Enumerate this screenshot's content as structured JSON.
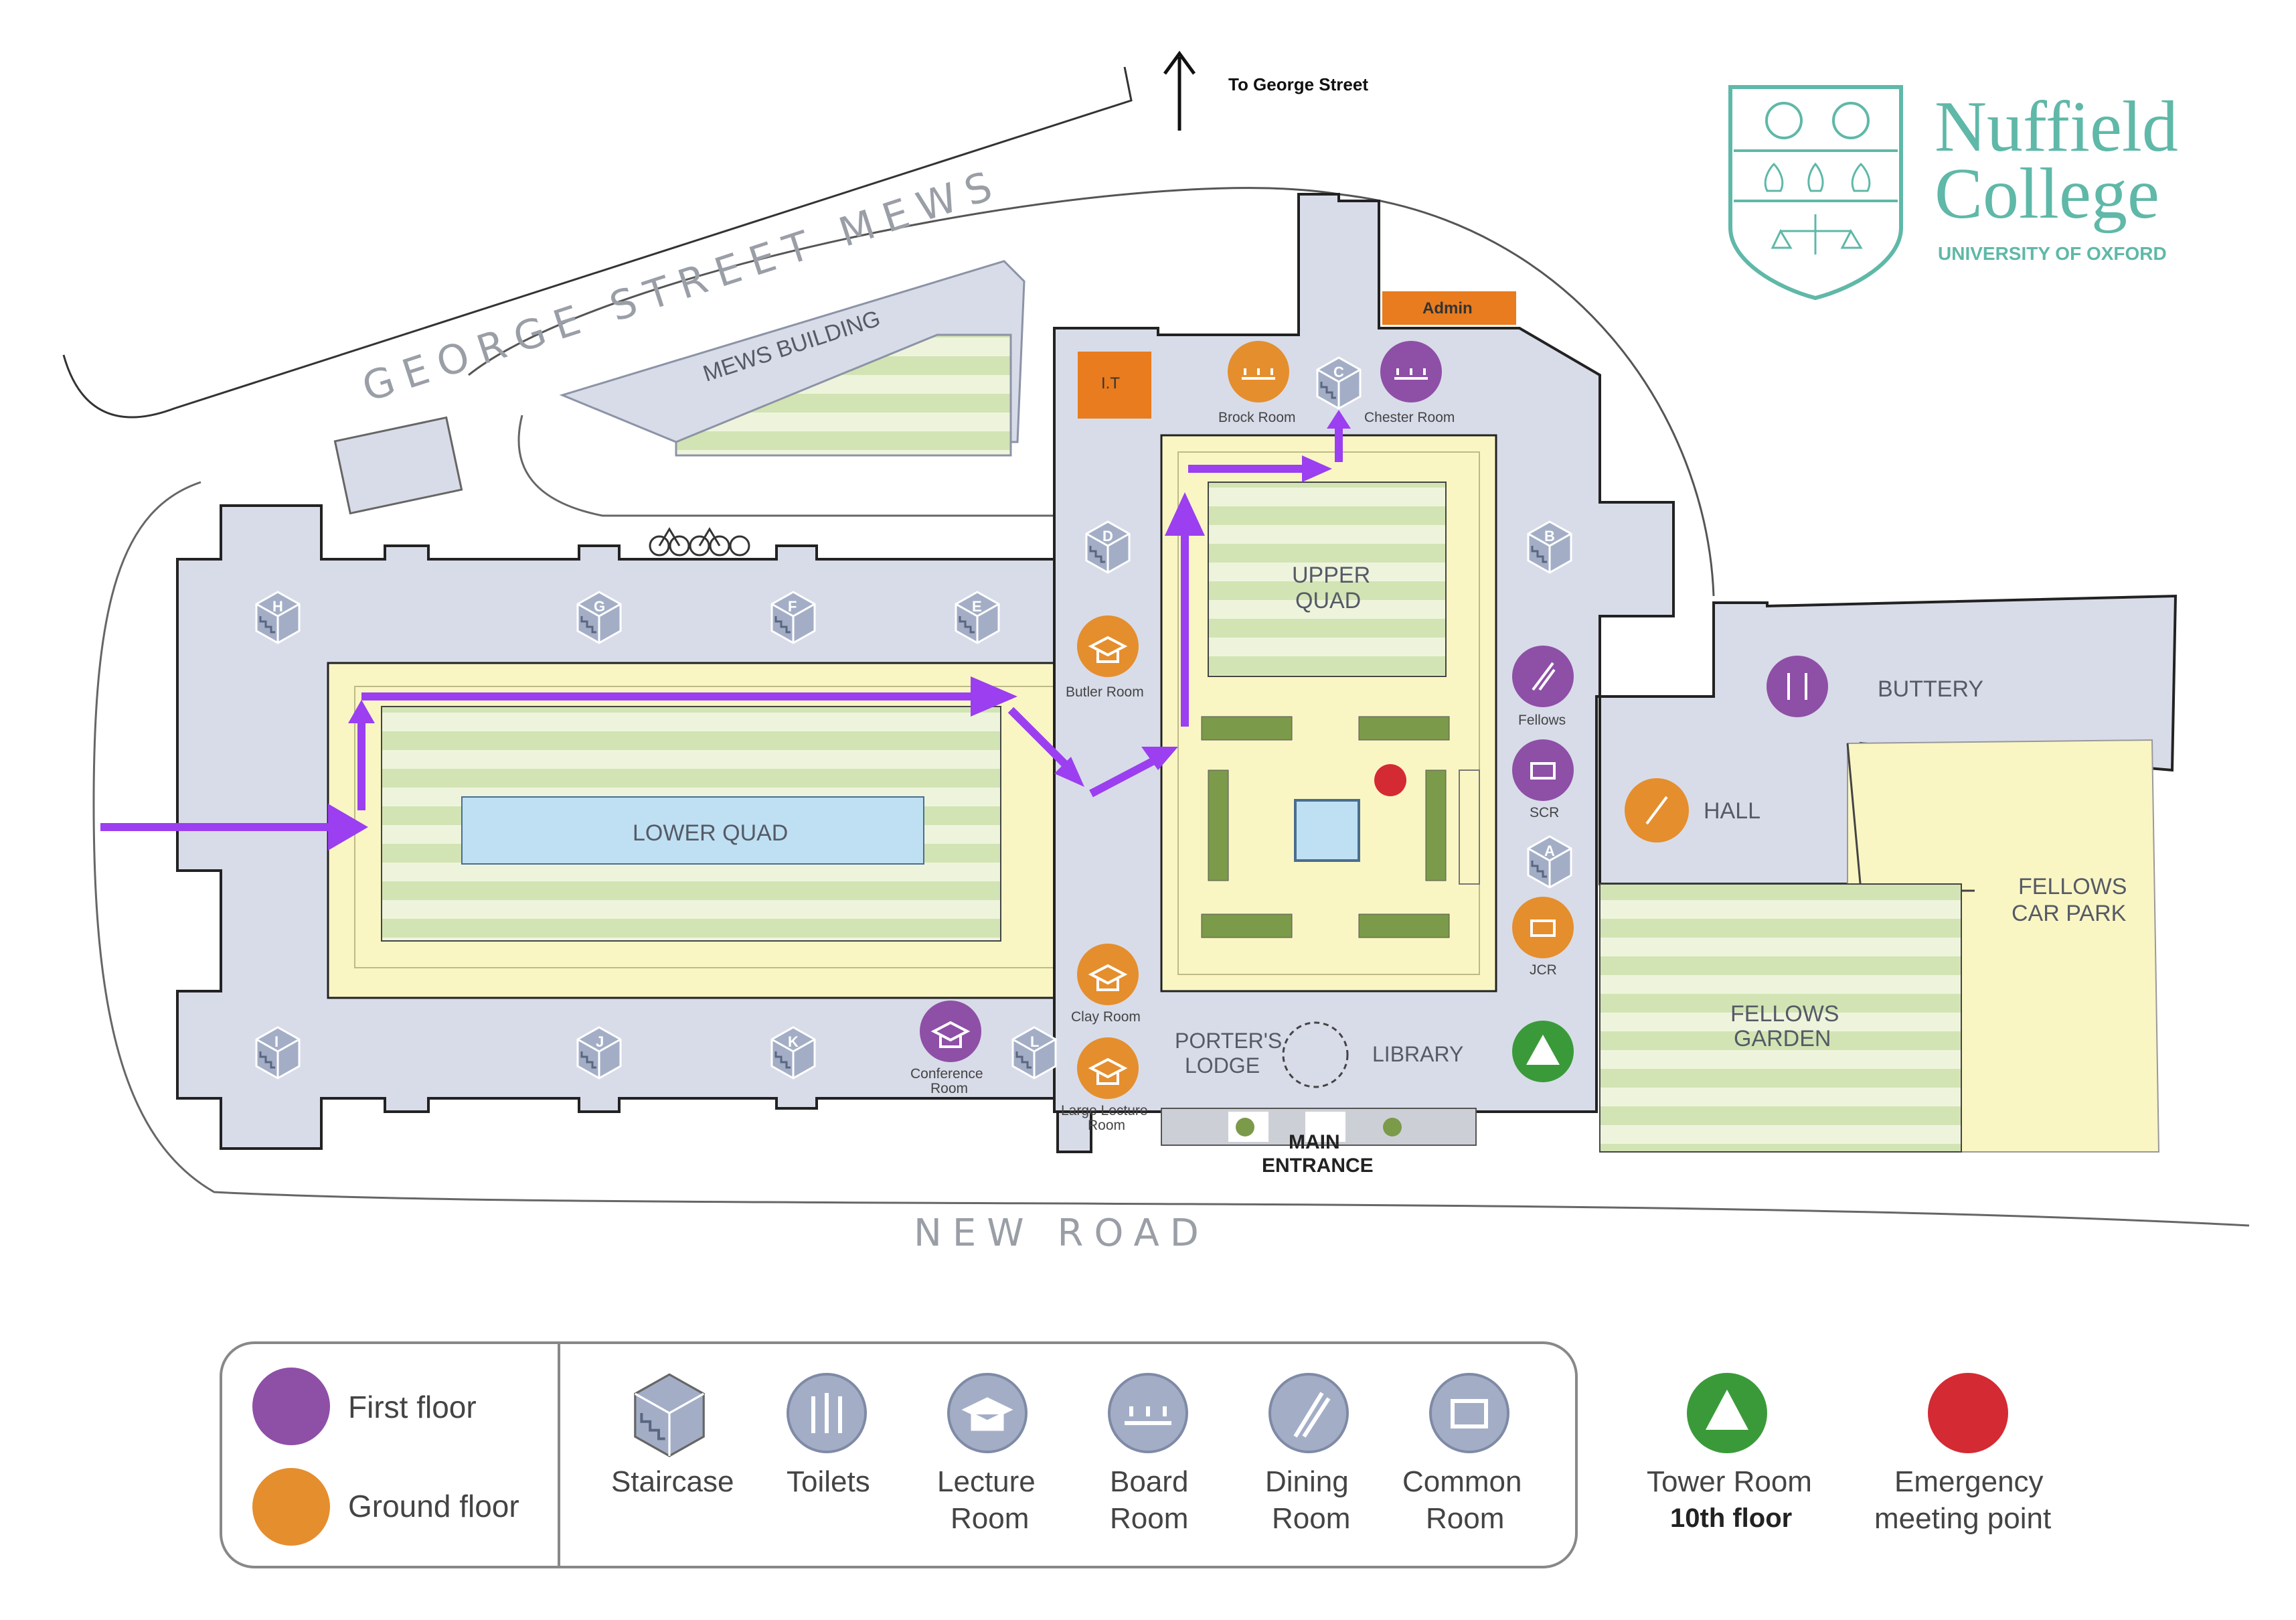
{
  "logo": {
    "name_line1": "Nuffield",
    "name_line2": "College",
    "subtitle": "UNIVERSITY OF OXFORD",
    "color": "#5fb8a8"
  },
  "north": {
    "label": "To George Street"
  },
  "roads": {
    "mews": "GEORGE STREET MEWS",
    "new_road": "NEW ROAD"
  },
  "places": {
    "mews_building": "MEWS BUILDING",
    "lower_quad": "LOWER QUAD",
    "upper_quad_1": "UPPER",
    "upper_quad_2": "QUAD",
    "buttery": "BUTTERY",
    "hall": "HALL",
    "fellows_car_park_1": "FELLOWS",
    "fellows_car_park_2": "CAR PARK",
    "fellows_garden_1": "FELLOWS",
    "fellows_garden_2": "GARDEN",
    "porters_lodge_1": "PORTER'S",
    "porters_lodge_2": "LODGE",
    "library": "LIBRARY",
    "main_entrance_1": "MAIN",
    "main_entrance_2": "ENTRANCE",
    "it": "I.T",
    "admin": "Admin"
  },
  "rooms": {
    "brock": "Brock Room",
    "chester": "Chester Room",
    "butler": "Butler Room",
    "fellows": "Fellows",
    "scr": "SCR",
    "jcr": "JCR",
    "clay": "Clay Room",
    "conference_1": "Conference",
    "conference_2": "Room",
    "large_lecture_1": "Large Lecture",
    "large_lecture_2": "Room"
  },
  "staircases": [
    "A",
    "B",
    "C",
    "D",
    "E",
    "F",
    "G",
    "H",
    "I",
    "J",
    "K",
    "L"
  ],
  "legend": {
    "first_floor": "First floor",
    "ground_floor": "Ground floor",
    "staircase": "Staircase",
    "toilets": "Toilets",
    "lecture_1": "Lecture",
    "lecture_2": "Room",
    "board_1": "Board",
    "board_2": "Room",
    "dining_1": "Dining",
    "dining_2": "Room",
    "common_1": "Common",
    "common_2": "Room",
    "tower_1": "Tower Room",
    "tower_2": "10th floor",
    "emergency_1": "Emergency",
    "emergency_2": "meeting point"
  },
  "colors": {
    "first_floor": "#8e4fa6",
    "ground_floor": "#e58e2d",
    "route": "#9b3ff0",
    "building": "#d8dce8",
    "quad_yellow": "#faf6c4",
    "grass_light": "#eef4dc",
    "grass_stripe": "#d6e6b8",
    "tower": "#3a9a3a",
    "emergency": "#d42a33",
    "legend_grey": "#a3aec6",
    "it_admin": "#e87c1e"
  }
}
